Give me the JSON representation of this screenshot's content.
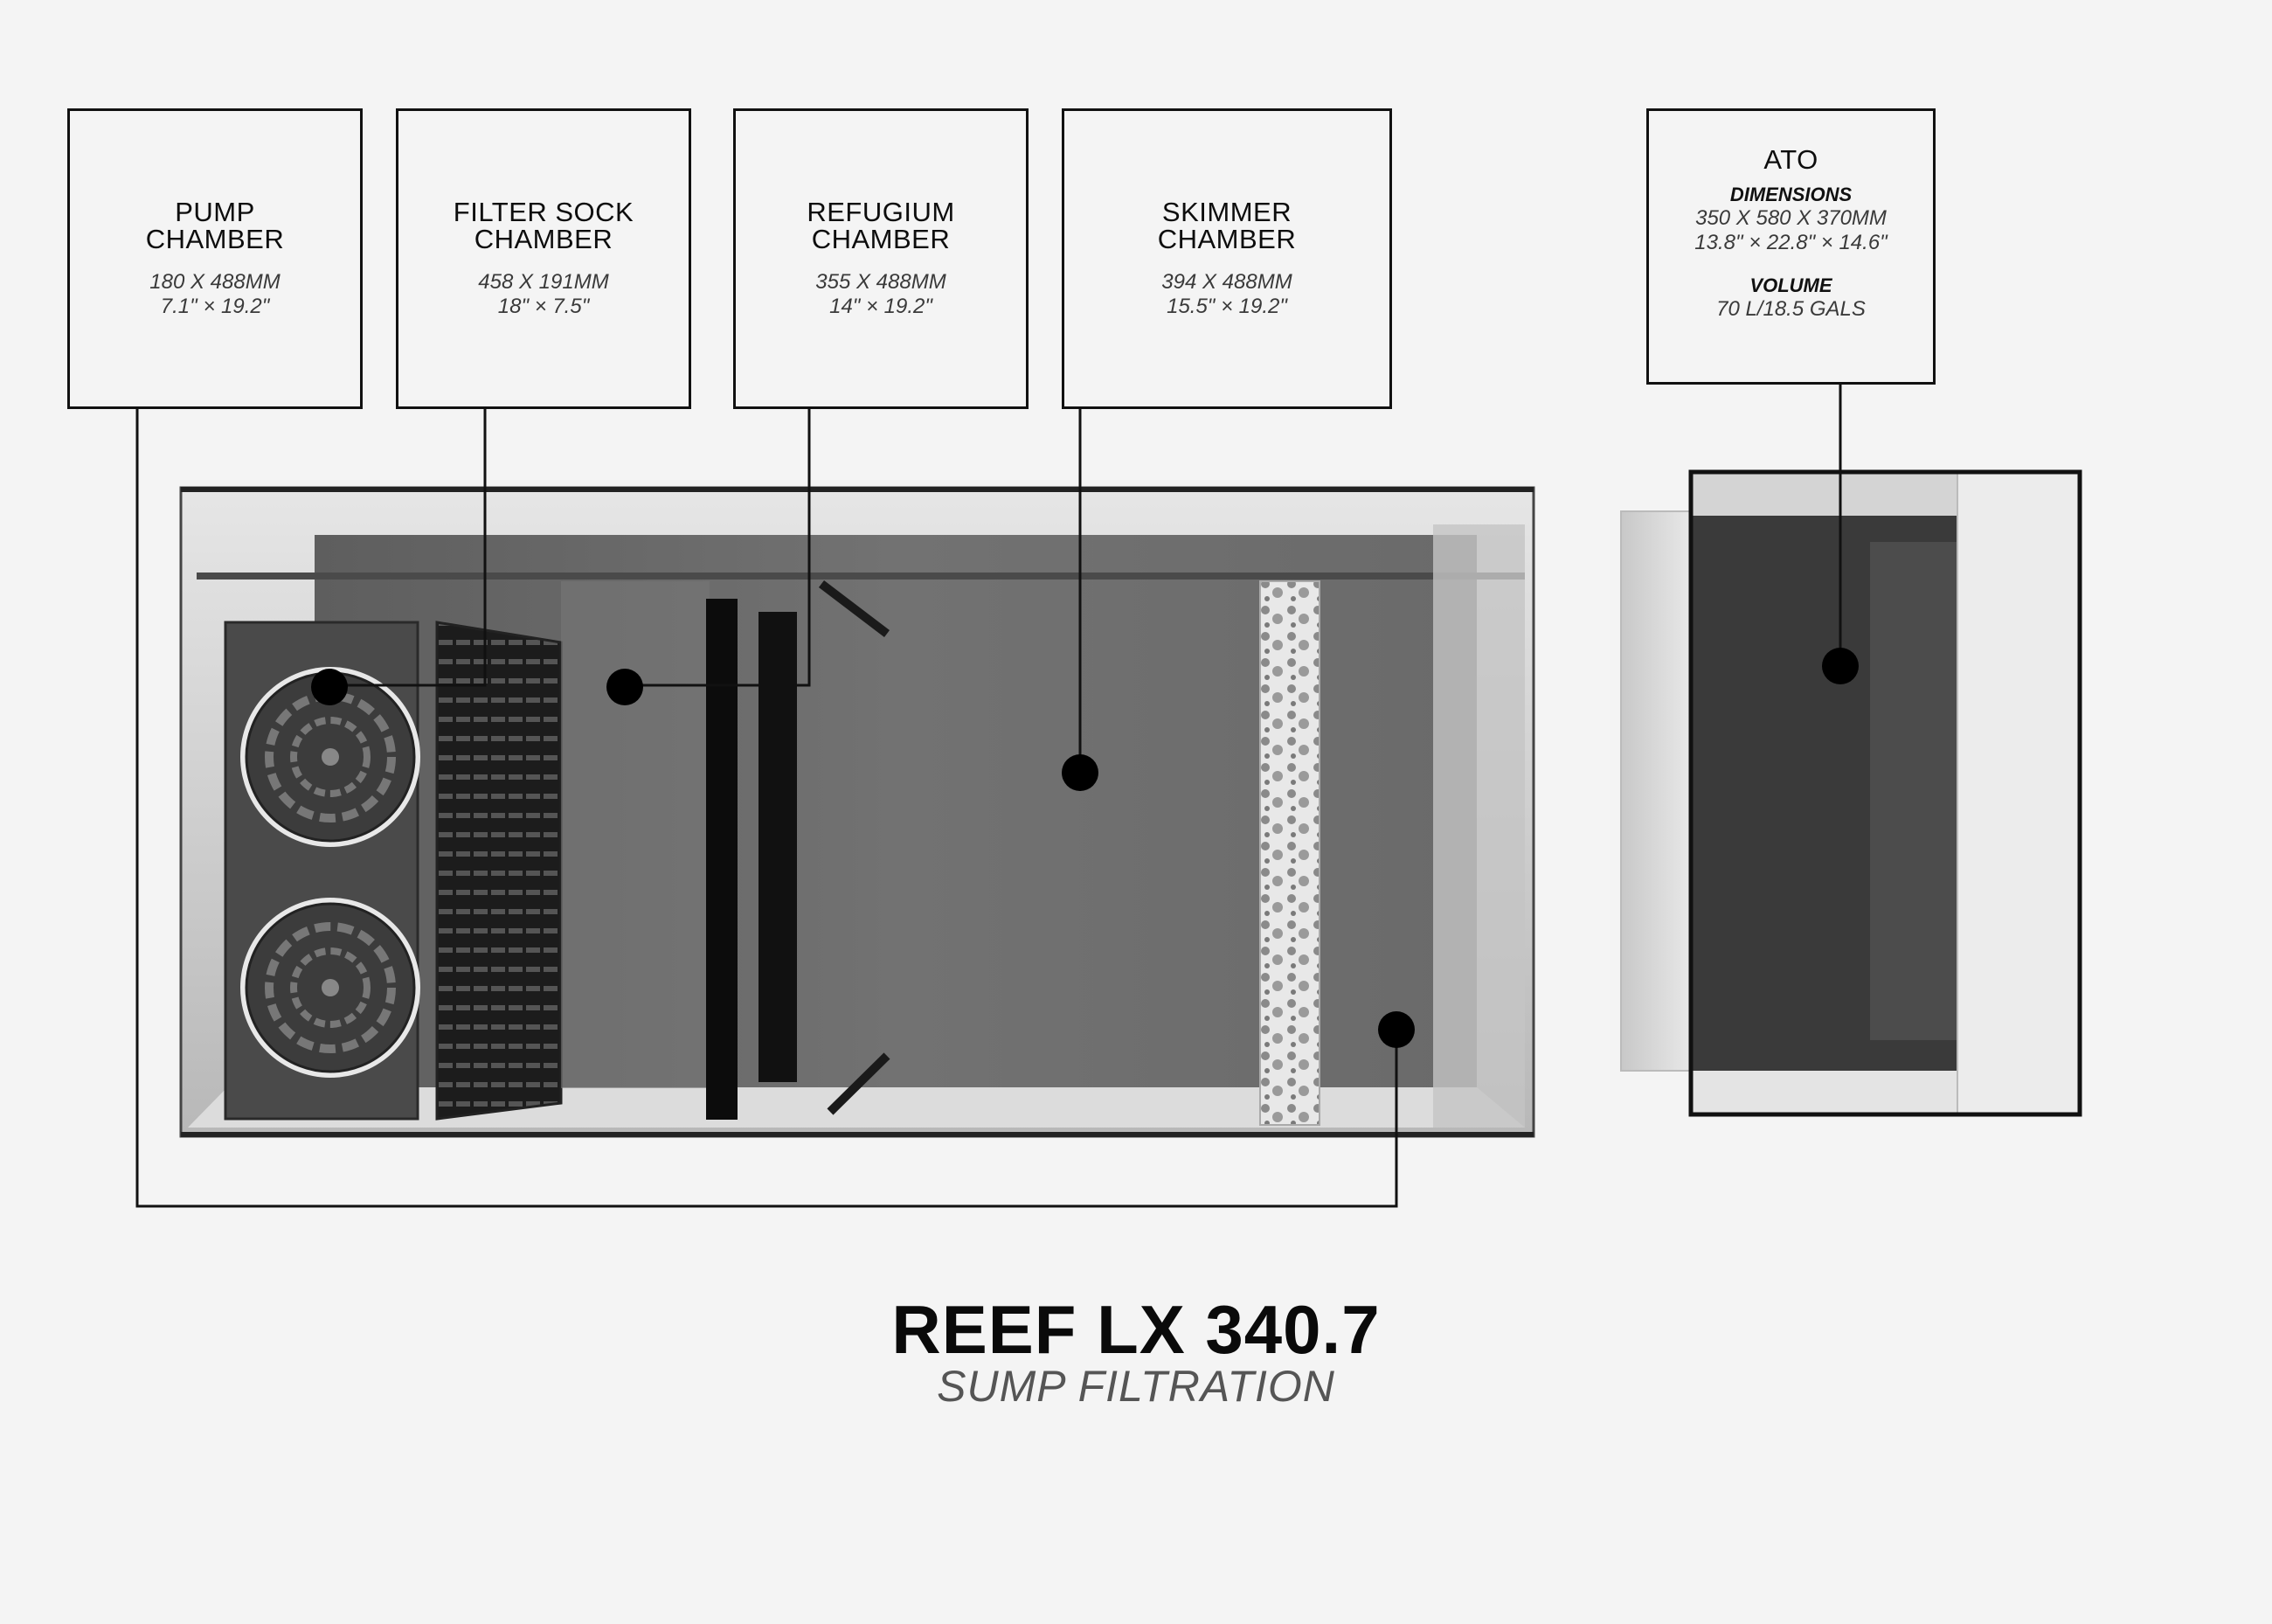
{
  "chambers": [
    {
      "name_line1": "PUMP",
      "name_line2": "CHAMBER",
      "dim_mm": "180 X 488MM",
      "dim_in": "7.1\" × 19.2\""
    },
    {
      "name_line1": "FILTER SOCK",
      "name_line2": "CHAMBER",
      "dim_mm": "458 X 191MM",
      "dim_in": "18\" × 7.5\""
    },
    {
      "name_line1": "REFUGIUM",
      "name_line2": "CHAMBER",
      "dim_mm": "355 X 488MM",
      "dim_in": "14\" × 19.2\""
    },
    {
      "name_line1": "SKIMMER",
      "name_line2": "CHAMBER",
      "dim_mm": "394 X 488MM",
      "dim_in": "15.5\" × 19.2\""
    }
  ],
  "ato": {
    "name": "ATO",
    "dimensions_label": "DIMENSIONS",
    "dim_mm": "350 X 580 X 370MM",
    "dim_in": "13.8\" × 22.8\" × 14.6\"",
    "volume_label": "VOLUME",
    "volume": "70 L/18.5 GALS"
  },
  "title": "REEF LX 340.7",
  "subtitle": "SUMP FILTRATION",
  "colors": {
    "background": "#f4f4f4",
    "line": "#111111",
    "tank_glass": "#d8d8d8",
    "tank_water": "#6e6e6e",
    "ato_water": "#3a3a3a"
  }
}
